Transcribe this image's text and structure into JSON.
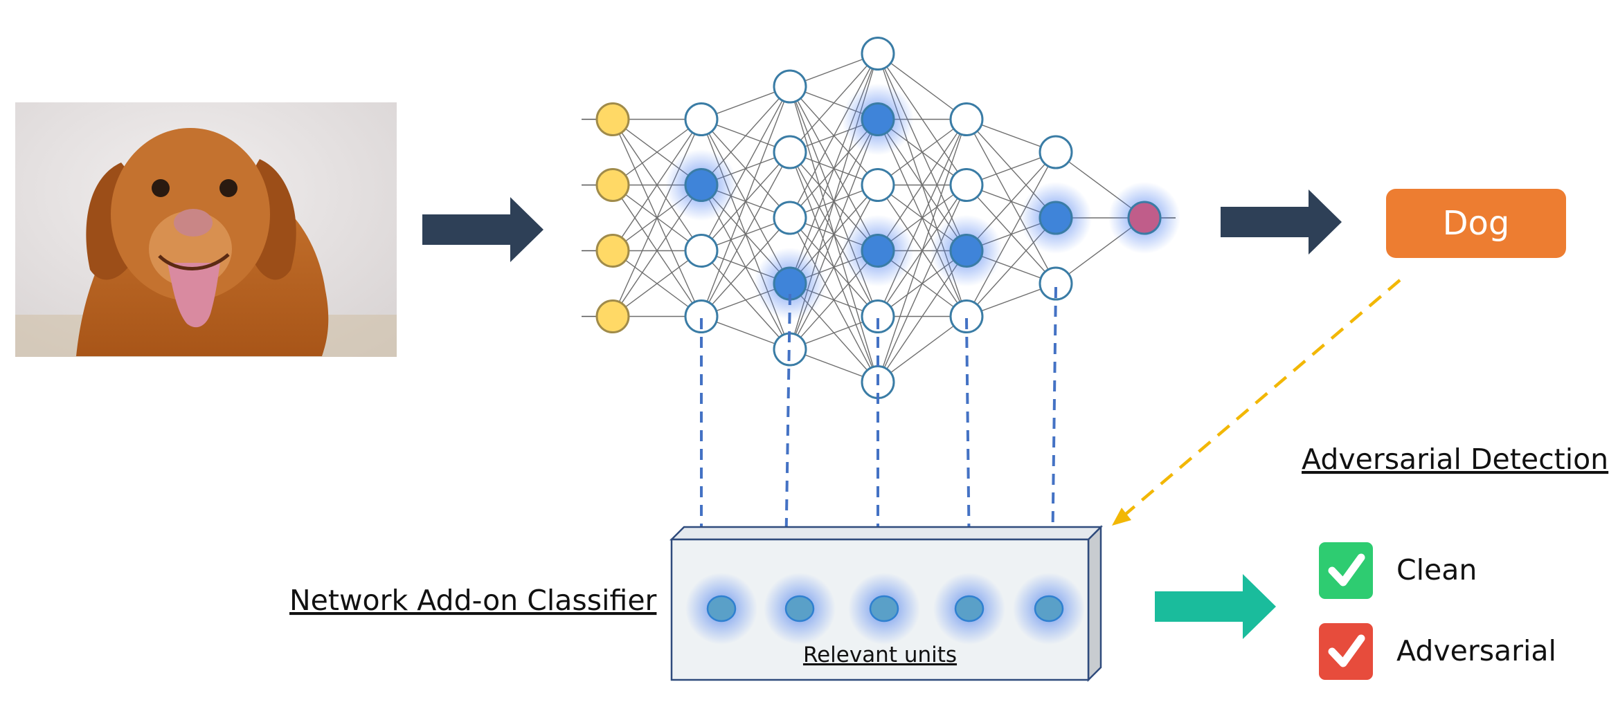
{
  "output": {
    "label": "Dog"
  },
  "detection": {
    "title": "Adversarial Detection",
    "options": [
      {
        "label": "Clean",
        "color": "#2ecc71"
      },
      {
        "label": "Adversarial",
        "color": "#e74c3c"
      }
    ]
  },
  "addon": {
    "title": "Network Add-on Classifier",
    "units_label": "Relevant units",
    "unit_count": 5
  },
  "network": {
    "layers": [
      4,
      4,
      5,
      6,
      4,
      3,
      1
    ],
    "active_nodes": [
      [
        1,
        1
      ],
      [
        2,
        3
      ],
      [
        3,
        1
      ],
      [
        3,
        3
      ],
      [
        4,
        2
      ],
      [
        5,
        1
      ],
      [
        6,
        0
      ]
    ]
  },
  "colors": {
    "arrow_dark": "#2e4057",
    "arrow_teal": "#1abc9c",
    "output_box": "#ed7d31",
    "input_node": "#ffd966",
    "active_node": "#3f84d9",
    "node_stroke": "#3a7ca5",
    "dashed_blue": "#4472c4",
    "dashed_gold": "#f2b705"
  },
  "icons": {
    "photo": "dog-photo",
    "check": "checkmark-icon"
  }
}
